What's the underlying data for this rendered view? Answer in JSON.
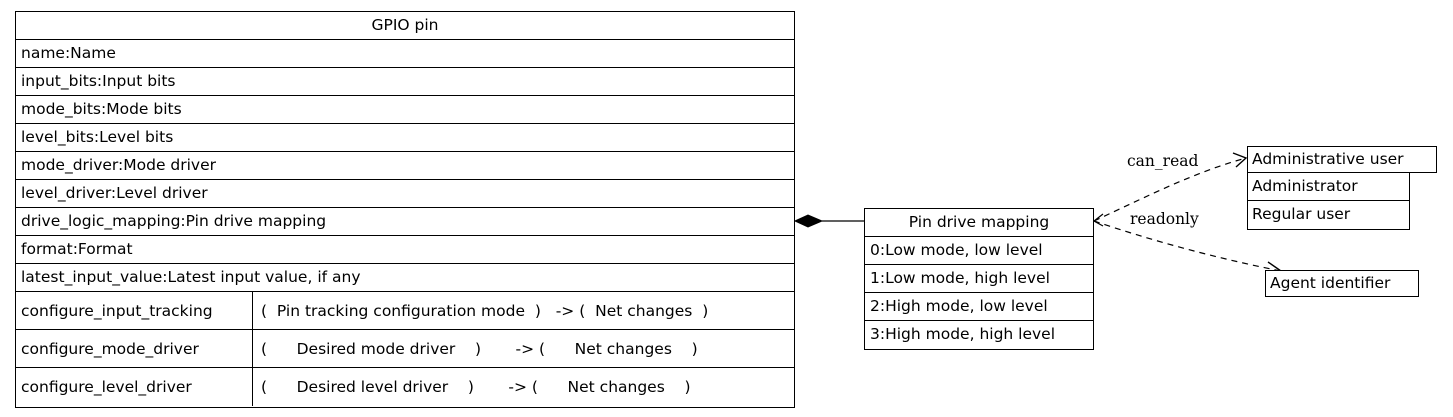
{
  "gpio": {
    "title": "GPIO pin",
    "attributes": [
      "name:Name",
      "input_bits:Input bits",
      "mode_bits:Mode bits",
      "level_bits:Level bits",
      "mode_driver:Mode driver",
      "level_driver:Level driver",
      "drive_logic_mapping:Pin drive mapping",
      "format:Format",
      "latest_input_value:Latest input value, if any"
    ],
    "operations": [
      {
        "name": "configure_input_tracking",
        "signature": "(  Pin tracking configuration mode  )   -> (  Net changes  )"
      },
      {
        "name": "configure_mode_driver",
        "signature": "(      Desired mode driver    )       -> (      Net changes    )"
      },
      {
        "name": "configure_level_driver",
        "signature": "(      Desired level driver    )       -> (      Net changes    )"
      }
    ]
  },
  "mapping": {
    "title": "Pin drive mapping",
    "entries": [
      "0:Low mode, low level",
      "1:Low mode, high level",
      "2:High mode, low level",
      "3:High mode, high level"
    ]
  },
  "admin": {
    "title": "Administrative user",
    "values": [
      "Administrator",
      "Regular user"
    ]
  },
  "agent": {
    "title": "Agent identifier"
  },
  "edges": {
    "can_read": "can_read",
    "readonly": "readonly"
  }
}
